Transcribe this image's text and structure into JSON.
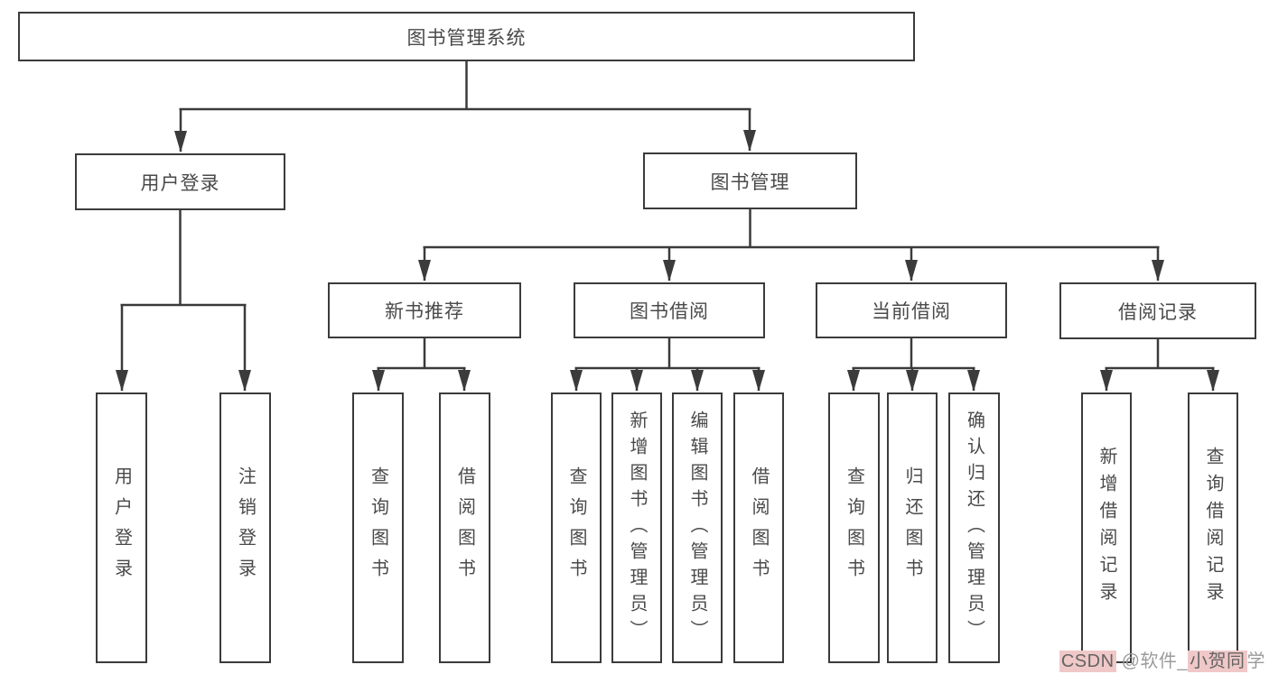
{
  "diagram": {
    "type": "hierarchy-tree",
    "colors": {
      "line": "#3b3b3b",
      "box_border": "#3b3b3b",
      "box_fill": "#ffffff",
      "text": "#4a4a4a",
      "background": "#ffffff",
      "watermark_text": "#9b9b9b",
      "watermark_highlight": "#f0c8c8"
    },
    "tree": {
      "root": {
        "label": "图书管理系统",
        "children": [
          {
            "label": "用户登录",
            "children": [
              {
                "label": "用户登录"
              },
              {
                "label": "注销登录"
              }
            ]
          },
          {
            "label": "图书管理",
            "children": [
              {
                "label": "新书推荐",
                "children": [
                  {
                    "label": "查询图书"
                  },
                  {
                    "label": "借阅图书"
                  }
                ]
              },
              {
                "label": "图书借阅",
                "children": [
                  {
                    "label": "查询图书"
                  },
                  {
                    "label": "新增图书（管理员）"
                  },
                  {
                    "label": "编辑图书（管理员）"
                  },
                  {
                    "label": "借阅图书"
                  }
                ]
              },
              {
                "label": "当前借阅",
                "children": [
                  {
                    "label": "查询图书"
                  },
                  {
                    "label": "归还图书"
                  },
                  {
                    "label": "确认归还（管理员）"
                  }
                ]
              },
              {
                "label": "借阅记录",
                "children": [
                  {
                    "label": "新增借阅记录"
                  },
                  {
                    "label": "查询借阅记录"
                  }
                ]
              }
            ]
          }
        ]
      }
    },
    "watermark": {
      "segments": [
        {
          "text": "CSDN",
          "highlight": true
        },
        {
          "text": " @软件_",
          "highlight": false
        },
        {
          "text": "小贺同",
          "highlight": true
        },
        {
          "text": "学",
          "highlight": false
        }
      ]
    }
  }
}
